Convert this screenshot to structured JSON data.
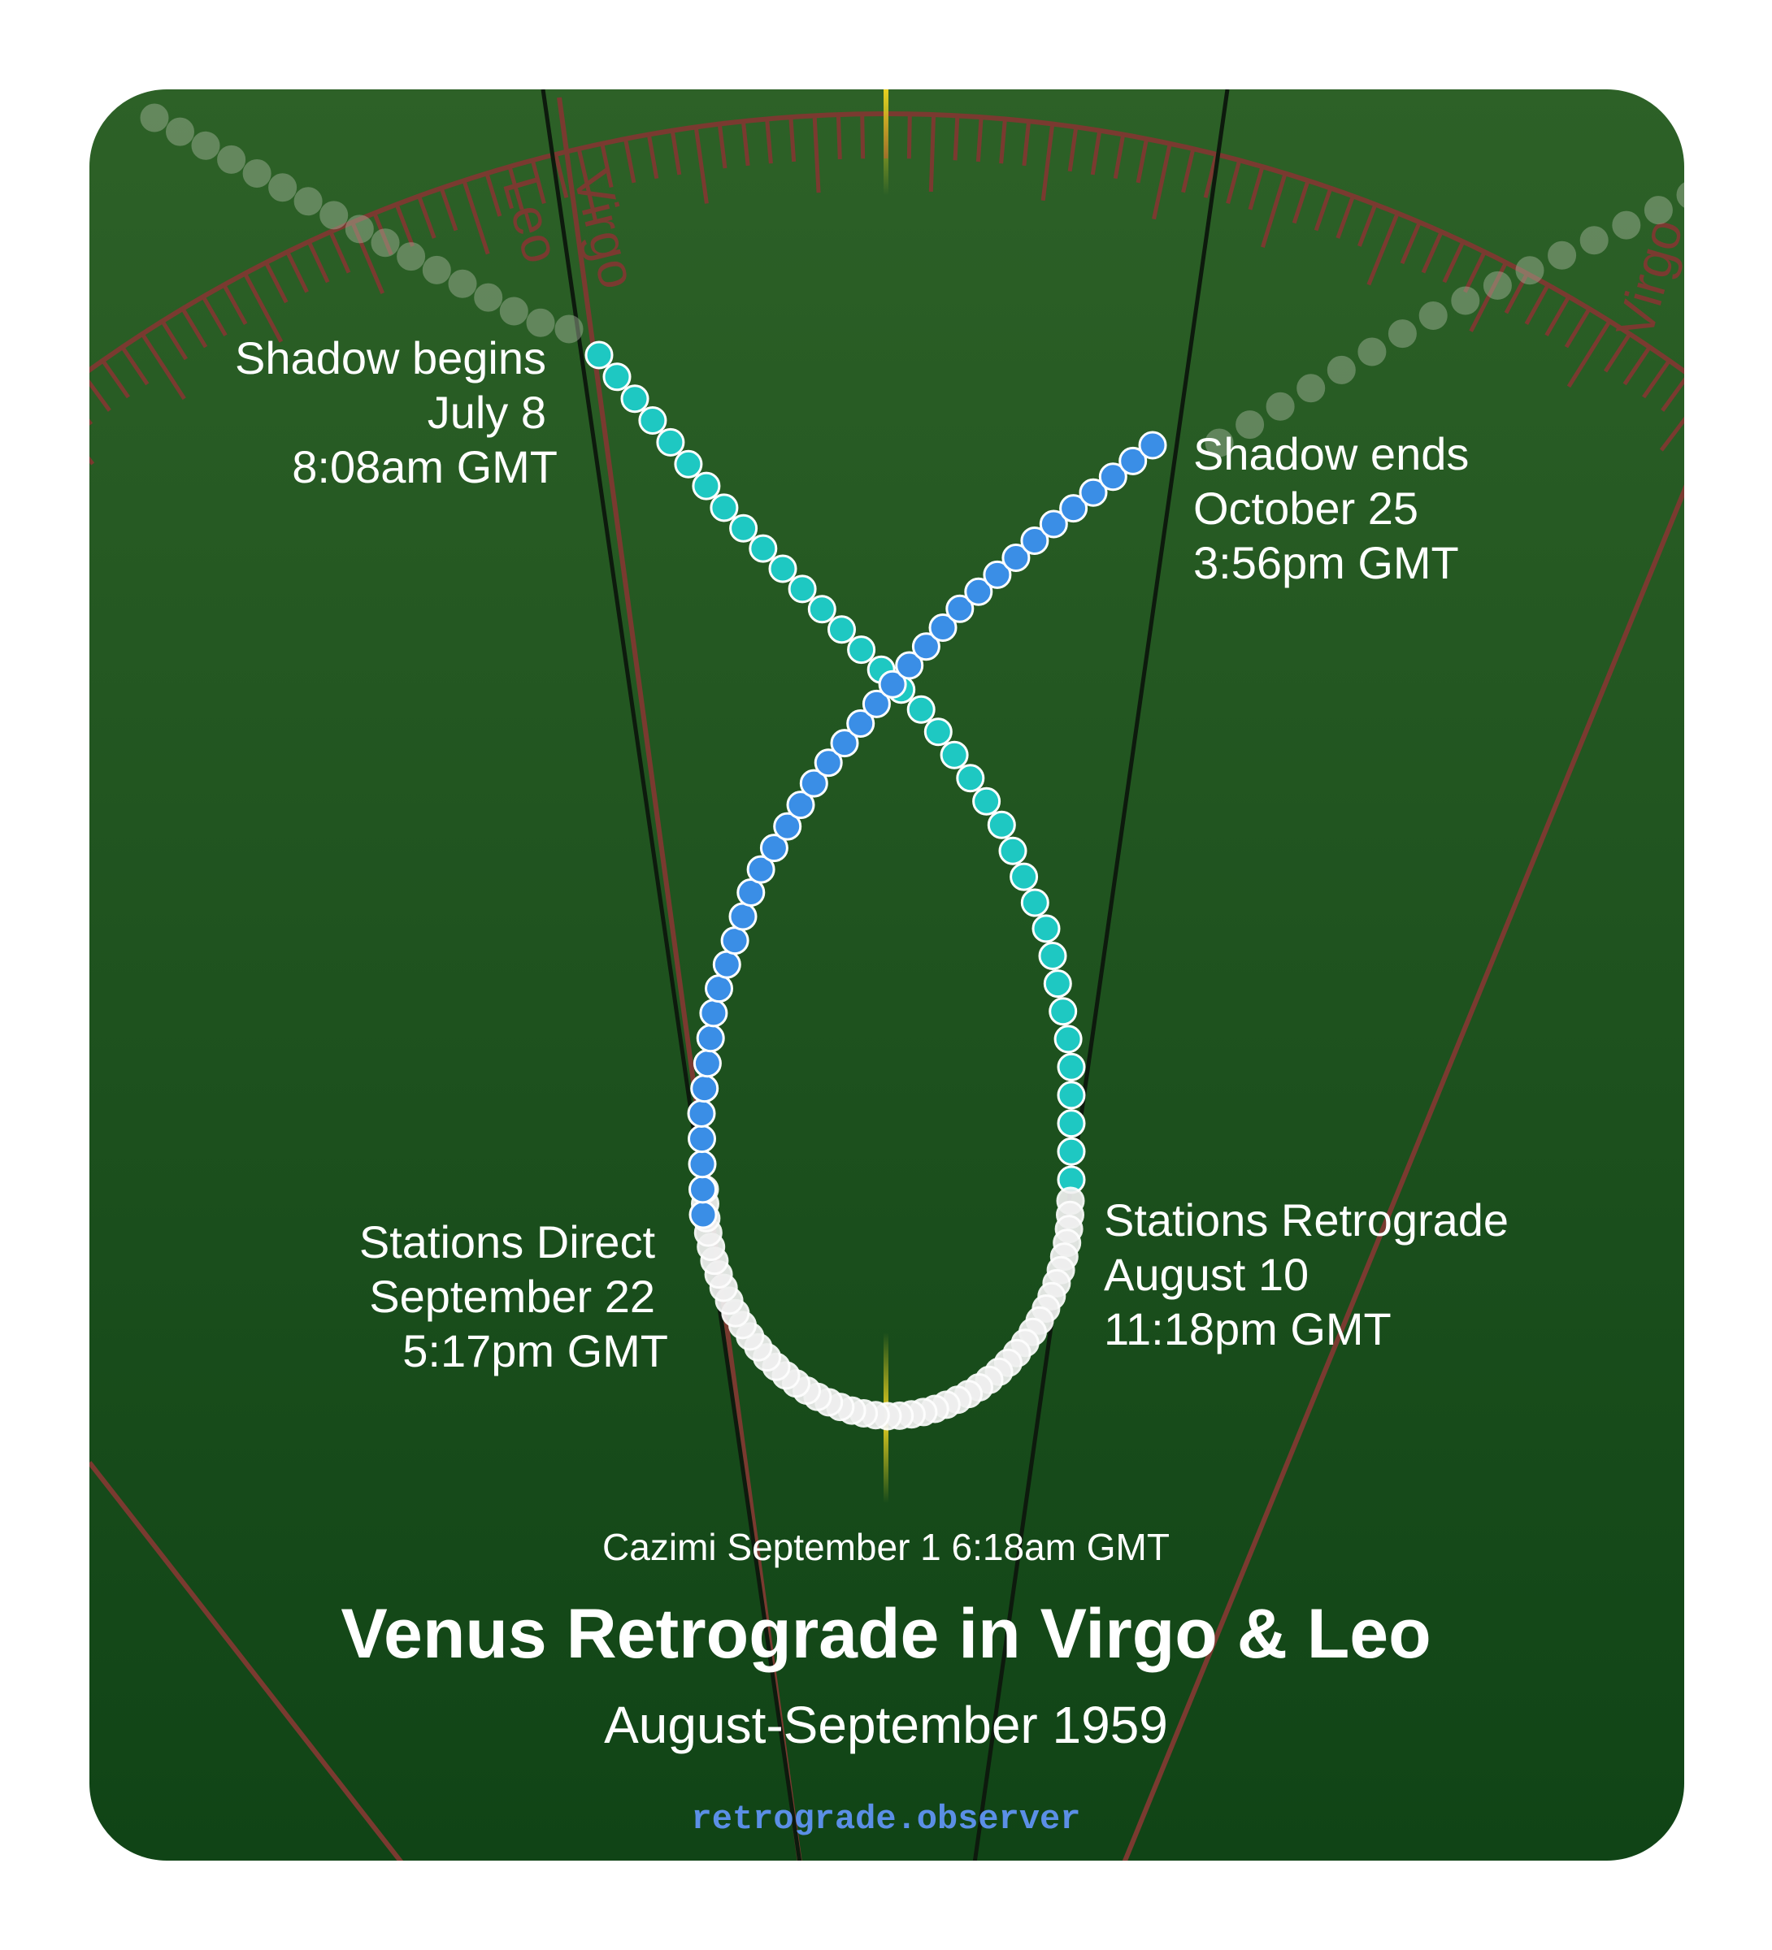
{
  "title": "Venus Retrograde in Virgo & Leo",
  "subtitle": "August-September 1959",
  "cazimi": "Cazimi September 1 6:18am GMT",
  "site": "retrograde.observer",
  "zodiac_signs": [
    "Leo",
    "Virgo",
    "Virgo"
  ],
  "events": {
    "shadow_begins": {
      "title": "Shadow begins",
      "date": "July 8",
      "time": "8:08am GMT"
    },
    "shadow_ends": {
      "title": "Shadow ends",
      "date": "October 25",
      "time": "3:56pm GMT"
    },
    "stations_direct": {
      "title": "Stations Direct",
      "date": "September 22",
      "time": "5:17pm GMT"
    },
    "stations_retrograde": {
      "title": "Stations Retrograde",
      "date": "August 10",
      "time": "11:18pm GMT"
    }
  },
  "colors": {
    "background_top": "#2d6127",
    "background_bottom": "#104416",
    "ecliptic": "#7a3a30",
    "pre_shadow": "#1ec8c2",
    "retrograde": "#f0f0f0",
    "post_shadow": "#3a8ee6",
    "outside_shadow": "#a8b8a0",
    "sun_marker": "#e8d020",
    "site": "#5b8fe6"
  }
}
